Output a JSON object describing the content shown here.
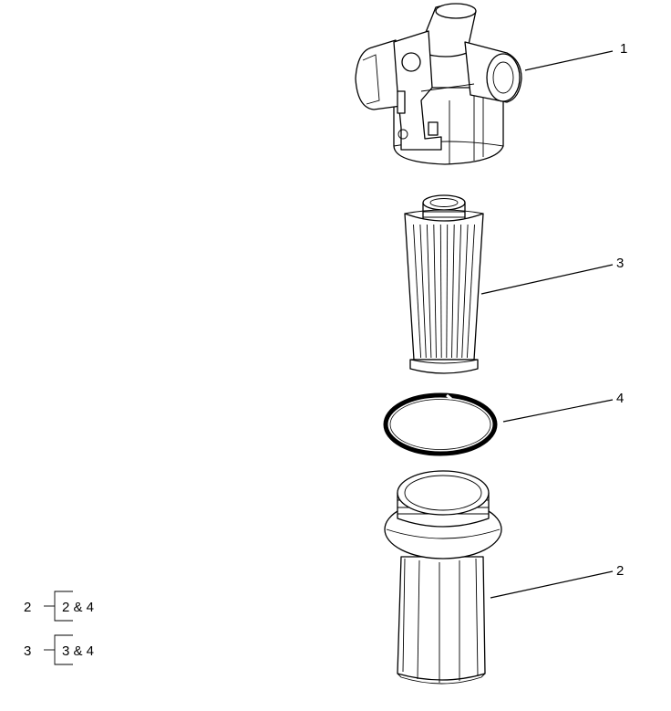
{
  "callouts": {
    "head": "1",
    "bowl": "2",
    "element": "3",
    "seal": "4"
  },
  "kits": [
    {
      "number": "2",
      "contents": "2 & 4"
    },
    {
      "number": "3",
      "contents": "3 & 4"
    }
  ]
}
